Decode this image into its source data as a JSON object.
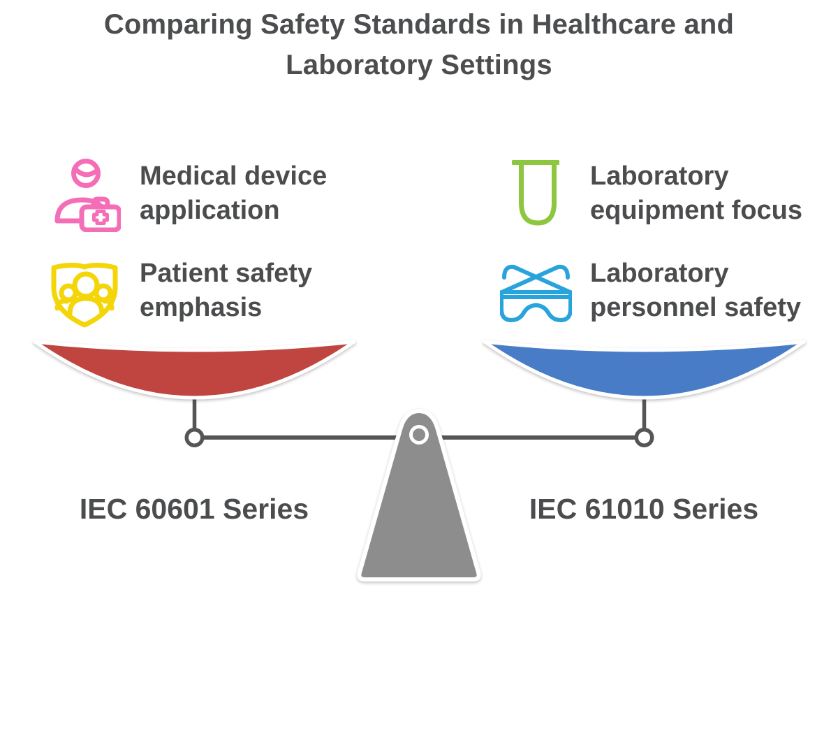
{
  "title": "Comparing Safety Standards in Healthcare and\nLaboratory Settings",
  "left_column": {
    "items": [
      {
        "icon": "medical-professional-icon",
        "label": "Medical device\napplication"
      },
      {
        "icon": "patient-shield-icon",
        "label": "Patient safety\nemphasis"
      }
    ],
    "standard_label": "IEC 60601 Series"
  },
  "right_column": {
    "items": [
      {
        "icon": "test-tube-icon",
        "label": "Laboratory\nequipment focus"
      },
      {
        "icon": "safety-goggles-icon",
        "label": "Laboratory\npersonnel safety"
      }
    ],
    "standard_label": "IEC 61010 Series"
  },
  "colors": {
    "pan_left": "#C0443F",
    "pan_right": "#4A7CC7",
    "fulcrum_gray": "#8D8D8D",
    "line_gray": "#555557",
    "icon_pink": "#F46EB7",
    "icon_yellow": "#F3D508",
    "icon_green": "#8DC63F",
    "icon_blue": "#29A3DC",
    "text_dark": "#4B4C4E"
  }
}
